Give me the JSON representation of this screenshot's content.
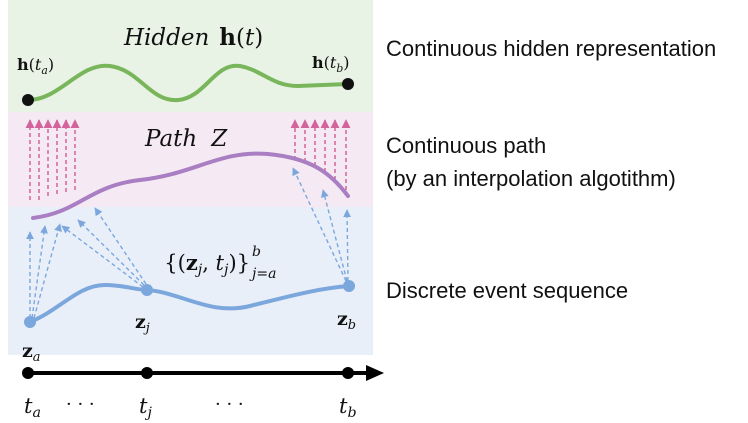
{
  "labels": {
    "hidden_representation": "Continuous hidden representation",
    "continuous_path": "Continuous path",
    "interpolation_note": "(by an interpolation algotithm)",
    "event_sequence": "Discrete event sequence"
  },
  "hidden": {
    "title_word": "Hidden",
    "title_symbol": "h",
    "title_open": "(",
    "title_var": "t",
    "title_close": ")",
    "start": {
      "symbol": "h",
      "open": "(",
      "var": "t",
      "sub": "a",
      "close": ")"
    },
    "end": {
      "symbol": "h",
      "open": "(",
      "var": "t",
      "sub": "b",
      "close": ")"
    }
  },
  "path": {
    "title_word": "Path",
    "title_symbol": "Z"
  },
  "events": {
    "set": {
      "open": "{(",
      "z": "z",
      "z_sub": "j",
      "comma": ", ",
      "t": "t",
      "t_sub": "j",
      "close": ")}",
      "lower": "j=a",
      "upper": "b"
    },
    "points": [
      {
        "symbol": "z",
        "sub": "a"
      },
      {
        "symbol": "z",
        "sub": "j"
      },
      {
        "symbol": "z",
        "sub": "b"
      }
    ]
  },
  "timeline": {
    "ticks": [
      {
        "symbol": "t",
        "sub": "a"
      },
      {
        "symbol": "t",
        "sub": "j"
      },
      {
        "symbol": "t",
        "sub": "b"
      }
    ],
    "ellipses": [
      "· · ·",
      "· · ·"
    ]
  },
  "colors": {
    "hidden_band": "#e8f3e5",
    "path_band": "#f5e9f3",
    "event_band": "#e9eff9",
    "hidden_curve": "#79b65b",
    "path_curve": "#a97ec2",
    "event_curve": "#7ba7dd",
    "lift_arrows": "#d3649b",
    "interp_arrows": "#7ba7dd",
    "anchor_points": "#111111",
    "axis": "#000000"
  }
}
